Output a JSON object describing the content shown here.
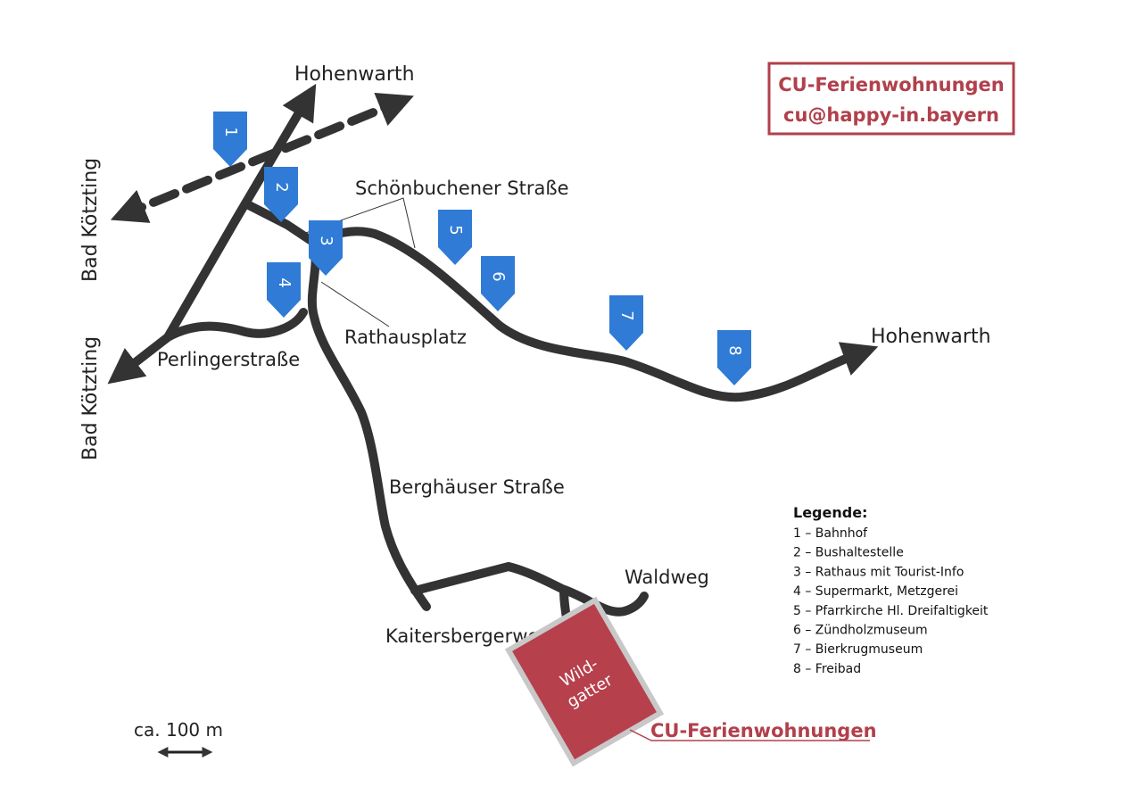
{
  "colors": {
    "road": "#333333",
    "marker": "#2f7bd6",
    "brand": "#b1404c",
    "wild_fill": "#b6404b",
    "wild_border": "#c8c8c8"
  },
  "brand_box": {
    "line1": "CU-Ferienwohnungen",
    "line2": "cu@happy-in.bayern"
  },
  "places": {
    "hohenwarth_top": "Hohenwarth",
    "hohenwarth_right": "Hohenwarth",
    "bad_koetzting_upper": "Bad Kötzting",
    "bad_koetzting_lower": "Bad Kötzting"
  },
  "streets": {
    "schoenbuchener": "Schönbuchener Straße",
    "rathausplatz": "Rathausplatz",
    "perlinger": "Perlingerstraße",
    "berghaeuser": "Berghäuser Straße",
    "waldweg": "Waldweg",
    "kaitersberger": "Kaitersbergerweg"
  },
  "markers": [
    "1",
    "2",
    "3",
    "4",
    "5",
    "6",
    "7",
    "8"
  ],
  "wildgatter": {
    "line1": "Wild-",
    "line2": "gatter"
  },
  "cu_label": "CU-Ferienwohnungen",
  "legend": {
    "title": "Legende:",
    "items": [
      "1 – Bahnhof",
      "2 – Bushaltestelle",
      "3 – Rathaus mit Tourist-Info",
      "4 – Supermarkt, Metzgerei",
      "5 – Pfarrkirche Hl. Dreifaltigkeit",
      "6 – Zündholzmuseum",
      "7 – Bierkrugmuseum",
      "8 – Freibad"
    ]
  },
  "scale": {
    "label": "ca. 100 m"
  }
}
